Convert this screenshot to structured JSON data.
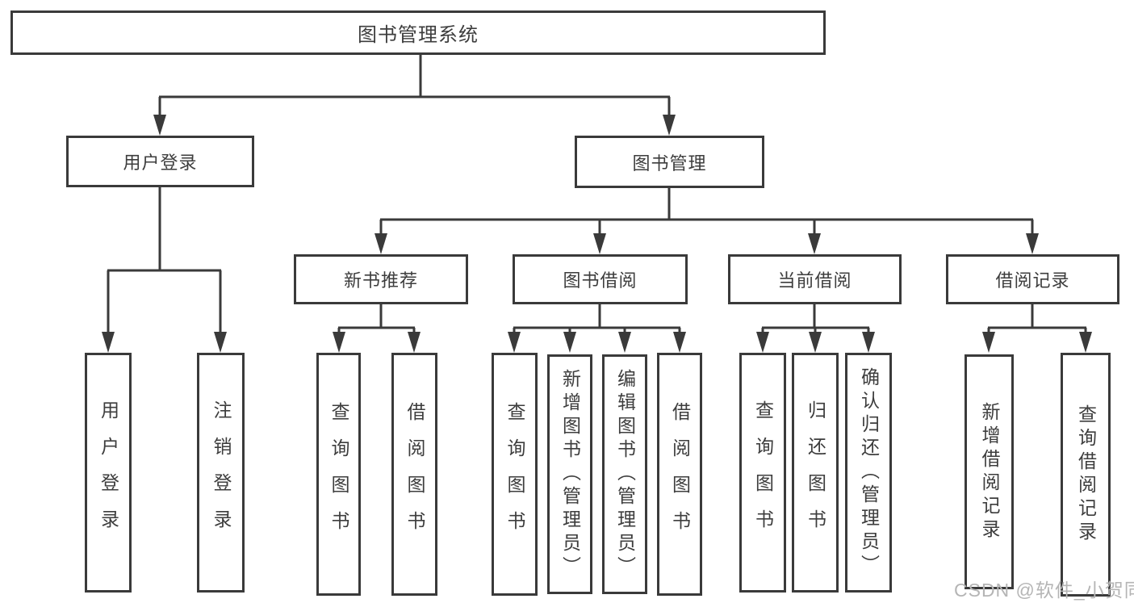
{
  "diagram": {
    "title": "图书管理系统",
    "tree": {
      "label": "图书管理系统",
      "children": [
        {
          "label": "用户登录",
          "children": [
            {
              "label": "用户登录"
            },
            {
              "label": "注销登录"
            }
          ]
        },
        {
          "label": "图书管理",
          "children": [
            {
              "label": "新书推荐",
              "children": [
                {
                  "label": "查询图书"
                },
                {
                  "label": "借阅图书"
                }
              ]
            },
            {
              "label": "图书借阅",
              "children": [
                {
                  "label": "查询图书"
                },
                {
                  "label": "新增图书（管理员）"
                },
                {
                  "label": "编辑图书（管理员）"
                },
                {
                  "label": "借阅图书"
                }
              ]
            },
            {
              "label": "当前借阅",
              "children": [
                {
                  "label": "查询图书"
                },
                {
                  "label": "归还图书"
                },
                {
                  "label": "确认归还（管理员）"
                }
              ]
            },
            {
              "label": "借阅记录",
              "children": [
                {
                  "label": "新增借阅记录"
                },
                {
                  "label": "查询借阅记录"
                }
              ]
            }
          ]
        }
      ]
    },
    "colors": {
      "line": "#3a3a3a",
      "text": "#3d3d3d",
      "background": "#ffffff",
      "watermark": "#b5b5b5"
    }
  },
  "watermark": {
    "text": "CSDN @软件_小贺同学"
  }
}
